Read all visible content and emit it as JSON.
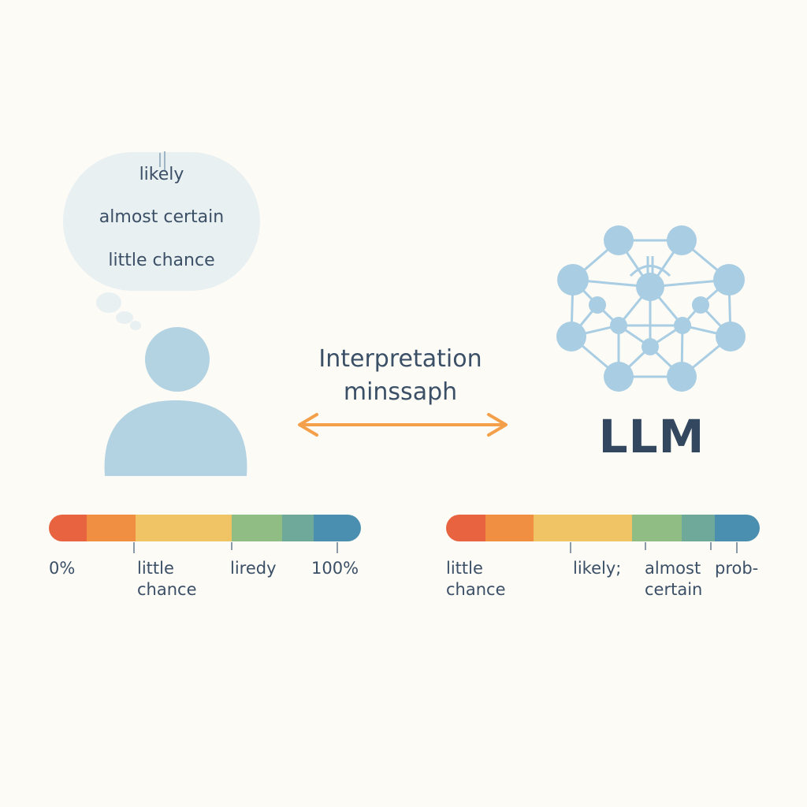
{
  "thought_bubble": {
    "phrases": [
      "likely",
      "almost certain",
      "little chance"
    ]
  },
  "center": {
    "title_line1": "Interpretation",
    "title_line2": "minssaph"
  },
  "llm": {
    "label": "LLM"
  },
  "human_scale": {
    "label_start": "0%",
    "label_little_chance": "little\nchance",
    "label_likely": "liredy",
    "label_end": "100%"
  },
  "llm_scale": {
    "label_little_chance": "little\nchance",
    "label_likely": "likely;",
    "label_almost_certain": "almost\ncertain",
    "label_prob": "prob-"
  },
  "colors": {
    "background": "#fcfbf6",
    "text": "#3b4f66",
    "person": "#b4d3e2",
    "bubble": "#e9f0f2",
    "network_node": "#a9cde3",
    "arrow": "#f4a04a",
    "scale_segments": [
      "#e8633f",
      "#f08e41",
      "#f0c365",
      "#8fbd84",
      "#6fa99a",
      "#4b8fb0"
    ]
  },
  "icons": {
    "person": "person-icon",
    "network": "neural-network-icon",
    "arrow": "double-arrow-icon"
  }
}
